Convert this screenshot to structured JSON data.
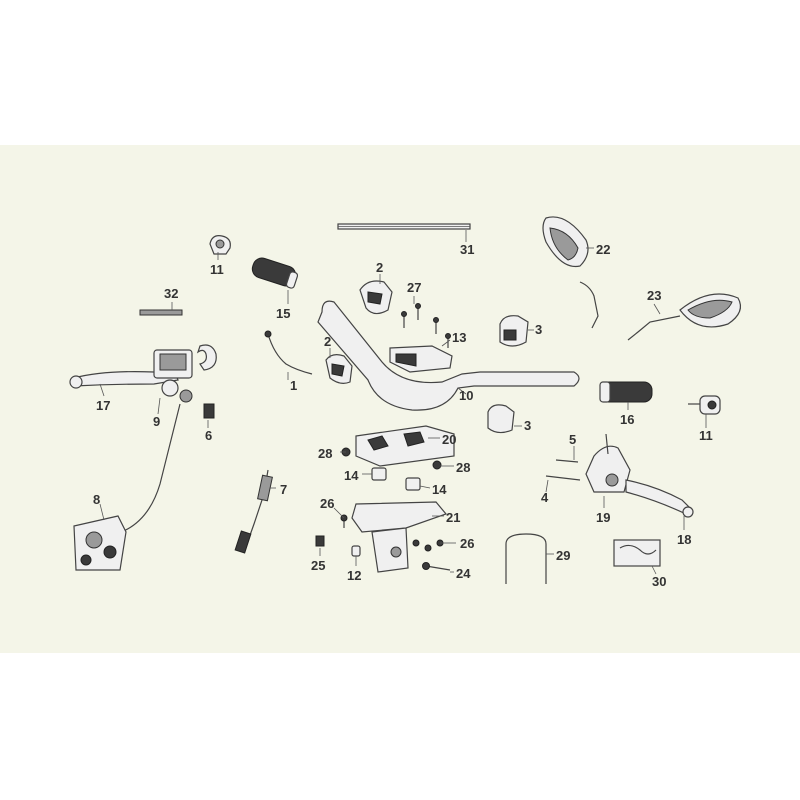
{
  "diagram": {
    "background_color": "#f4f5e8",
    "callouts": [
      "1",
      "2",
      "2",
      "3",
      "3",
      "4",
      "5",
      "6",
      "7",
      "8",
      "9",
      "10",
      "11",
      "11",
      "12",
      "13",
      "14",
      "14",
      "15",
      "16",
      "17",
      "18",
      "19",
      "20",
      "21",
      "22",
      "23",
      "24",
      "25",
      "26",
      "26",
      "27",
      "28",
      "28",
      "29",
      "30",
      "31",
      "32"
    ]
  }
}
